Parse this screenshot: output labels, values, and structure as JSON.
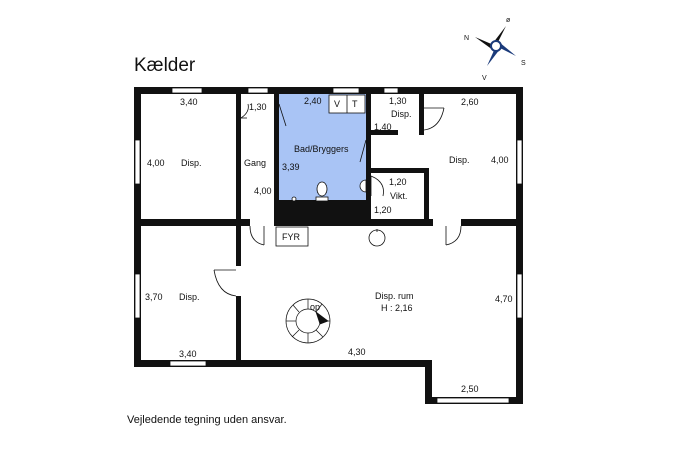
{
  "title": "Kælder",
  "disclaimer": "Vejledende tegning uden ansvar.",
  "compass": {
    "n": "N",
    "o": "ø",
    "s": "S",
    "v": "V"
  },
  "rooms": {
    "top_left": {
      "name": "Disp.",
      "width": "3,40",
      "height": "4,00"
    },
    "gang": {
      "name": "Gang",
      "width": "1,30",
      "height": "4,00"
    },
    "bath": {
      "name": "Bad/Bryggers",
      "width": "2,40",
      "height": "3,39",
      "v": "V",
      "t": "T",
      "color": "#a9c4f5"
    },
    "small_disp": {
      "name": "Disp.",
      "width": "1,30",
      "height": "1,40"
    },
    "top_right": {
      "name": "Disp.",
      "width": "2,60",
      "height": "4,00"
    },
    "vikt": {
      "name": "Vikt.",
      "width": "1,20",
      "height": "1,20"
    },
    "fyr": {
      "name": "FYR"
    },
    "bottom_left": {
      "name": "Disp.",
      "width": "3,40",
      "height": "3,70"
    },
    "main": {
      "name": "Disp. rum",
      "ceiling": "H : 2,16",
      "width": "4,30",
      "height": "4,70",
      "bump_width": "2,50",
      "stair": "op"
    }
  }
}
